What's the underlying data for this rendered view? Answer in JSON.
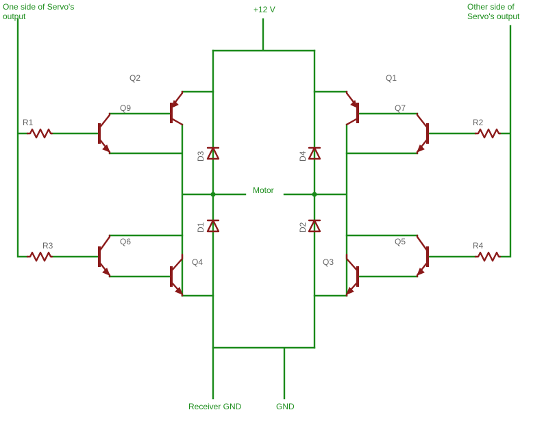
{
  "labels": {
    "supply": "+12 V",
    "motor": "Motor",
    "left_input": [
      "One side of Servo's",
      "output"
    ],
    "right_input": [
      "Other side of",
      "Servo's output"
    ],
    "receiver_gnd": "Receiver GND",
    "gnd": "GND"
  },
  "components": {
    "q1": "Q1",
    "q2": "Q2",
    "q3": "Q3",
    "q4": "Q4",
    "q5": "Q5",
    "q6": "Q6",
    "q7": "Q7",
    "q9": "Q9",
    "r1": "R1",
    "r2": "R2",
    "r3": "R3",
    "r4": "R4",
    "d1": "D1",
    "d2": "D2",
    "d3": "D3",
    "d4": "D4"
  },
  "colors": {
    "wire": "#1a8a1a",
    "component": "#8b1a1a",
    "component_label": "#666666"
  }
}
